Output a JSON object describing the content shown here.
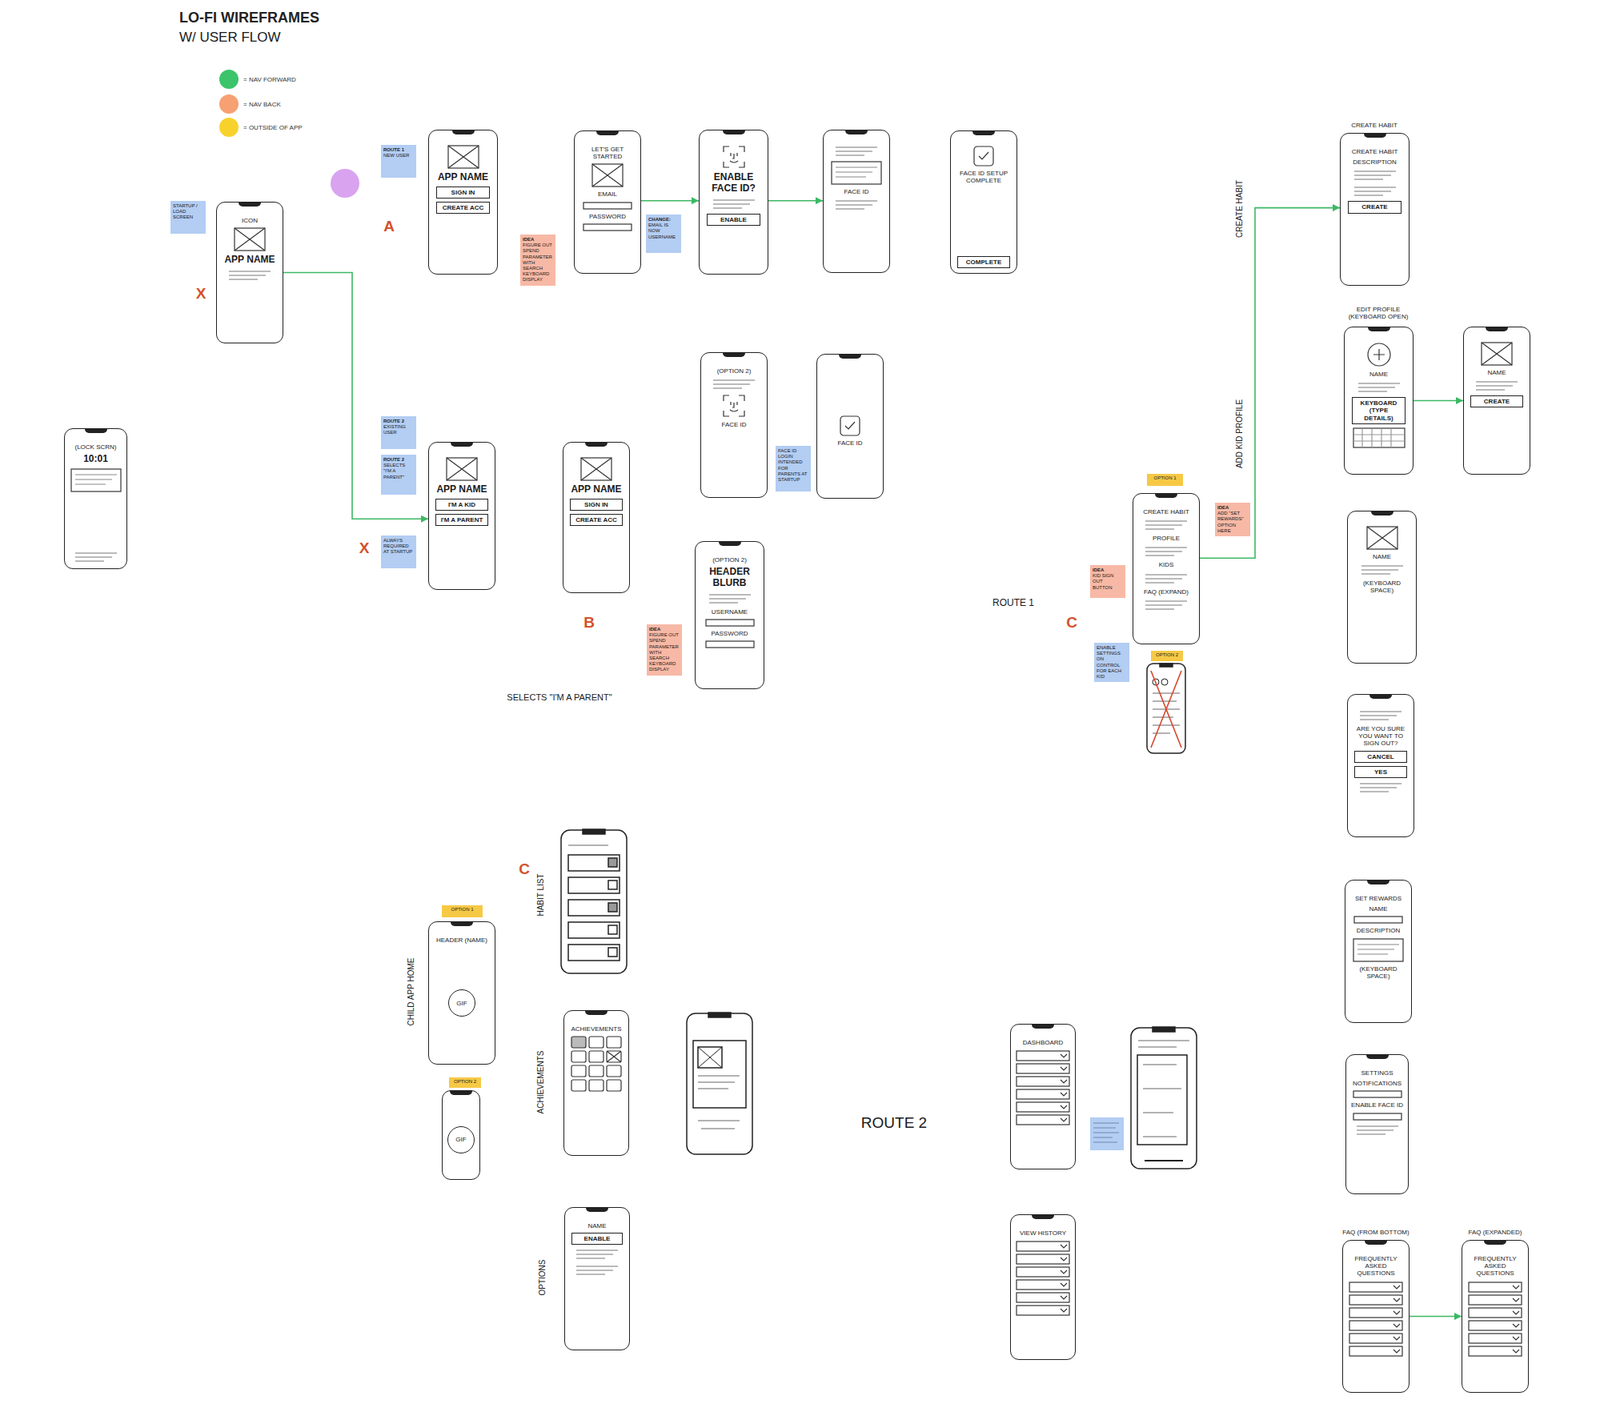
{
  "diagram": {
    "title": "LO-FI WIREFRAMES",
    "nodes": [
      {
        "text": [
          "STARTUP / LOAD SCREEN"
        ]
      },
      {
        "text": [
          "ICON",
          "APP NAME"
        ]
      },
      {
        "text": [
          "ROUTE 1",
          "NEW USER"
        ]
      },
      {
        "text": [
          "APP NAME",
          "SIGN IN",
          "CREATE ACC"
        ]
      },
      {
        "text": [
          "IDEA",
          "FIGURE OUT SPEND PARAMETER WITH SEARCH KEYBOARD DISPLAY"
        ]
      },
      {
        "text": [
          "LET'S GET STARTED",
          "EMAIL",
          "PASSWORD"
        ]
      },
      {
        "text": [
          "CHANGE:",
          "EMAIL IS NOW USERNAME"
        ]
      },
      {
        "text": [
          "ENABLE FACE ID?",
          "ENABLE"
        ]
      },
      {
        "text": [
          "FACE ID"
        ]
      },
      {
        "text": [
          "FACE ID SETUP COMPLETE",
          "COMPLETE"
        ]
      },
      {
        "text": [
          "ROUTE 2",
          "EXISTING USER"
        ]
      },
      {
        "text": [
          "ROUTE 2",
          "SELECTS \"I'M A PARENT\""
        ]
      },
      {
        "text": [
          "ALWAYS REQUIRED AT STARTUP"
        ]
      },
      {
        "text": [
          "APP NAME",
          "I'M A KID",
          "I'M A PARENT"
        ]
      },
      {
        "text": [
          "APP NAME",
          "SIGN IN",
          "CREATE ACC"
        ]
      },
      {
        "text": [
          "(OPTION 2)",
          "FACE ID"
        ]
      },
      {
        "text": [
          "FACE ID LOGIN INTENDED FOR PARENTS AT STARTUP"
        ]
      },
      {
        "text": [
          "FACE ID"
        ]
      },
      {
        "text": [
          "(OPTION 2)",
          "HEADER BLURB",
          "USERNAME",
          "PASSWORD"
        ]
      },
      {
        "text": [
          "IDEA",
          "FIGURE OUT SPEND PARAMETER WITH SEARCH KEYBOARD DISPLAY"
        ]
      },
      {
        "text": [
          "(LOCK SCRN)",
          "10:01"
        ]
      },
      {
        "text": [
          "OPTION 1"
        ]
      },
      {
        "text": [
          "CREATE HABIT",
          "PROFILE",
          "KIDS",
          "FAQ (EXPAND)"
        ]
      },
      {
        "text": [
          "OPTION 2"
        ]
      },
      {
        "text": [
          "IDEA",
          "KID SIGN OUT BUTTON"
        ]
      },
      {
        "text": [
          "ENABLE SETTINGS ON CONTROL FOR EACH KID"
        ]
      },
      {
        "text": [
          "IDEA",
          "ADD \"SET REWARDS\" OPTION HERE"
        ]
      },
      {
        "text": [
          "CREATE HABIT",
          "DESCRIPTION",
          "CREATE"
        ]
      },
      {
        "text": [
          "NAME",
          "KEYBOARD (TYPE DETAILS)"
        ]
      },
      {
        "text": [
          "NAME",
          "CREATE"
        ]
      },
      {
        "text": [
          "NAME",
          "(KEYBOARD SPACE)"
        ]
      },
      {
        "text": [
          "ARE YOU SURE YOU WANT TO SIGN OUT?",
          "CANCEL",
          "YES"
        ]
      },
      {
        "text": [
          "SET REWARDS",
          "NAME",
          "DESCRIPTION",
          "(KEYBOARD SPACE)"
        ]
      },
      {
        "text": [
          "SETTINGS",
          "NOTIFICATIONS",
          "ENABLE FACE ID"
        ]
      },
      {
        "text": [
          "FREQUENTLY ASKED QUESTIONS"
        ]
      },
      {
        "text": [
          "FREQUENTLY ASKED QUESTIONS"
        ]
      },
      {
        "text": [
          "OPTION 1"
        ]
      },
      {
        "text": [
          "HEADER (NAME)",
          "GIF"
        ]
      },
      {
        "text": [
          "OPTION 2"
        ]
      },
      {
        "text": [
          "GIF"
        ]
      },
      {
        "text": [
          "ACHIEVEMENTS"
        ]
      },
      {
        "text": [
          "NAME",
          "ENABLE"
        ]
      },
      {
        "text": [
          "DASHBOARD"
        ]
      },
      {
        "text": [
          "VIEW HISTORY"
        ]
      }
    ],
    "edges": [
      {
        "from": 1,
        "to": 13,
        "arrow": "to"
      },
      {
        "from": 5,
        "to": 7,
        "arrow": "to"
      },
      {
        "from": 7,
        "to": 8,
        "arrow": "to"
      },
      {
        "from": 22,
        "to": 27,
        "arrow": "to"
      },
      {
        "from": 28,
        "to": 29,
        "arrow": "to"
      },
      {
        "from": 34,
        "to": 35,
        "arrow": "to"
      }
    ],
    "labels": [
      "W/ USER FLOW",
      "A",
      "X",
      "X",
      "B",
      "C",
      "C",
      "ROUTE 1",
      "ROUTE 2",
      "SELECTS \"I'M A PARENT\"",
      "CREATE HABIT",
      "ADD KID PROFILE",
      "CHILD APP HOME",
      "HABIT LIST",
      "ACHIEVEMENTS",
      "OPTIONS",
      "CREATE HABIT",
      "EDIT PROFILE (KEYBOARD OPEN)",
      "FAQ (FROM BOTTOM)",
      "FAQ (EXPANDED)"
    ],
    "legend": [
      {
        "text": "= NAV FORWARD",
        "color": "#3cc46a"
      },
      {
        "text": "= NAV BACK",
        "color": "#f7a072"
      },
      {
        "text": "= OUTSIDE OF APP",
        "color": "#f8d22c"
      }
    ]
  }
}
